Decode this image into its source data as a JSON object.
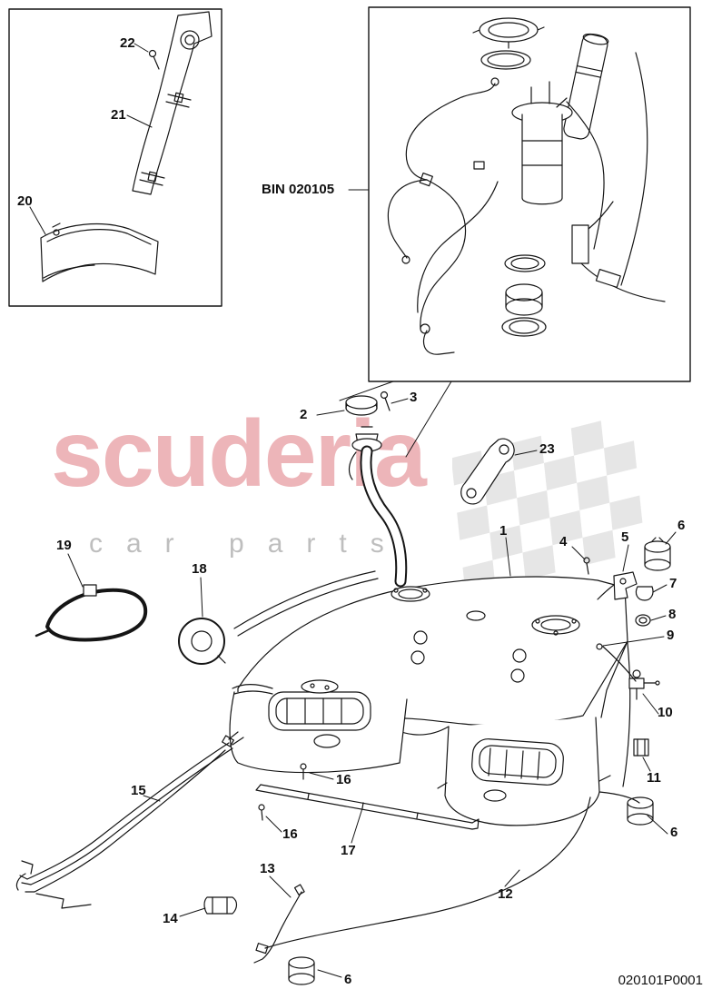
{
  "diagram": {
    "bin_label": "BIN 020105",
    "part_code": "020101P0001"
  },
  "watermark": {
    "title": "scuderia",
    "subtitle": "car parts",
    "title_color": "#d54e58",
    "flag_color": "#c9c9c9"
  },
  "callouts": {
    "c1": "1",
    "c2": "2",
    "c3": "3",
    "c4": "4",
    "c5": "5",
    "c6_top": "6",
    "c6_right": "6",
    "c6_bottom": "6",
    "c7": "7",
    "c8": "8",
    "c9": "9",
    "c10": "10",
    "c11": "11",
    "c12": "12",
    "c13": "13",
    "c14": "14",
    "c15": "15",
    "c16_a": "16",
    "c16_b": "16",
    "c17": "17",
    "c18": "18",
    "c19": "19",
    "c20": "20",
    "c21": "21",
    "c22": "22",
    "c23": "23"
  }
}
